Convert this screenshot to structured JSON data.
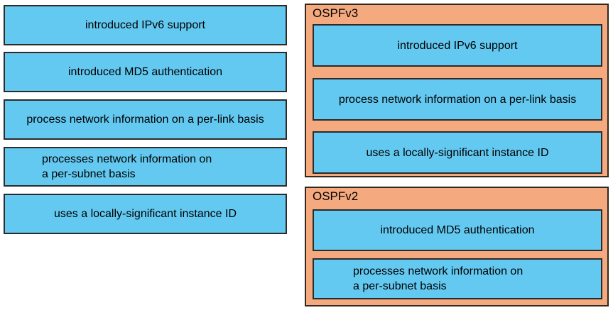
{
  "colors": {
    "option_blue": "#63c9f1",
    "panel_orange": "#f5a97e",
    "border_dark": "#2b2b2b",
    "text": "#000000",
    "background": "#ffffff"
  },
  "left_options": [
    {
      "label": "introduced IPv6 support"
    },
    {
      "label": "introduced MD5 authentication"
    },
    {
      "label": "process network information on a per-link basis"
    },
    {
      "label": "processes network information on\na per-subnet basis"
    },
    {
      "label": "uses a locally-significant instance ID"
    }
  ],
  "groups": [
    {
      "title": "OSPFv3",
      "items": [
        {
          "label": "introduced IPv6 support"
        },
        {
          "label": "process network information on a per-link basis"
        },
        {
          "label": "uses a locally-significant instance ID"
        }
      ]
    },
    {
      "title": "OSPFv2",
      "items": [
        {
          "label": "introduced MD5 authentication"
        },
        {
          "label": "processes network information on\na per-subnet basis"
        }
      ]
    }
  ]
}
